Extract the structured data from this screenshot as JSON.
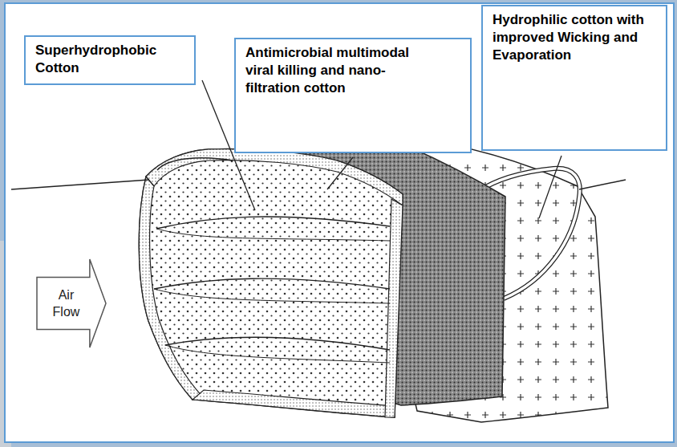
{
  "diagram": {
    "nodes": [
      {
        "text": [
          "Superhydrophobic Cotton"
        ]
      },
      {
        "text": [
          "Antimicrobial multimodal viral killing and nano-filtration cotton"
        ]
      },
      {
        "text": [
          "Hydrophilic cotton with improved Wicking and Evaporation"
        ]
      },
      {
        "text": [
          "Air Flow"
        ]
      }
    ]
  }
}
